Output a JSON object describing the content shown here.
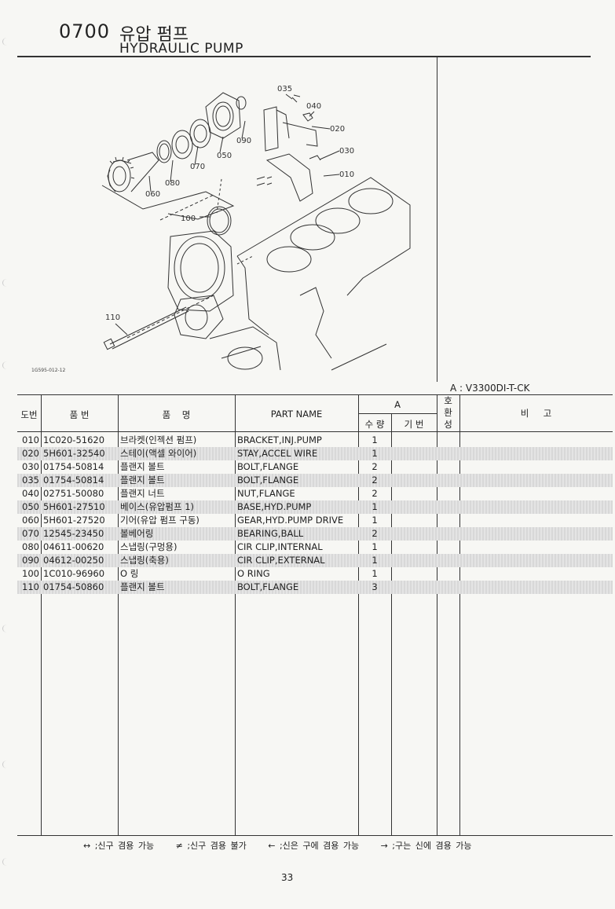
{
  "header": {
    "code": "0700",
    "title_kr": "유압 펌프",
    "title_en": "HYDRAULIC PUMP"
  },
  "diagram": {
    "drawing_id": "1G595-012-12",
    "callouts": [
      "035",
      "040",
      "020",
      "090",
      "030",
      "050",
      "070",
      "010",
      "080",
      "060",
      "100",
      "110"
    ]
  },
  "model_note": "A : V3300DI-T-CK",
  "table": {
    "headers": {
      "no": "도번",
      "part_no": "품 번",
      "name_kr": "품    명",
      "part_name": "PART NAME",
      "group_a": "A",
      "qty": "수 량",
      "serial": "기 번",
      "interchange": "호\n환\n성",
      "remarks": "비     고"
    },
    "rows": [
      {
        "no": "010",
        "part_no": "1C020-51620",
        "name_kr": "브라켓(인젝션 펌프)",
        "part_name": "BRACKET,INJ.PUMP",
        "qty": "1"
      },
      {
        "no": "020",
        "part_no": "5H601-32540",
        "name_kr": "스테이(액셀 와이어)",
        "part_name": "STAY,ACCEL WIRE",
        "qty": "1"
      },
      {
        "no": "030",
        "part_no": "01754-50814",
        "name_kr": "플랜지 볼트",
        "part_name": "BOLT,FLANGE",
        "qty": "2"
      },
      {
        "no": "035",
        "part_no": "01754-50814",
        "name_kr": "플랜지 볼트",
        "part_name": "BOLT,FLANGE",
        "qty": "2"
      },
      {
        "no": "040",
        "part_no": "02751-50080",
        "name_kr": "플랜지 너트",
        "part_name": "NUT,FLANGE",
        "qty": "2"
      },
      {
        "no": "050",
        "part_no": "5H601-27510",
        "name_kr": "베이스(유압펌프 1)",
        "part_name": "BASE,HYD.PUMP",
        "qty": "1"
      },
      {
        "no": "060",
        "part_no": "5H601-27520",
        "name_kr": "기어(유압 펌프 구동)",
        "part_name": "GEAR,HYD.PUMP DRIVE",
        "qty": "1"
      },
      {
        "no": "070",
        "part_no": "12545-23450",
        "name_kr": "볼베어링",
        "part_name": "BEARING,BALL",
        "qty": "2"
      },
      {
        "no": "080",
        "part_no": "04611-00620",
        "name_kr": "스냅링(구멍용)",
        "part_name": "CIR CLIP,INTERNAL",
        "qty": "1"
      },
      {
        "no": "090",
        "part_no": "04612-00250",
        "name_kr": "스냅링(축용)",
        "part_name": "CIR CLIP,EXTERNAL",
        "qty": "1"
      },
      {
        "no": "100",
        "part_no": "1C010-96960",
        "name_kr": "O 링",
        "part_name": "O RING",
        "qty": "1"
      },
      {
        "no": "110",
        "part_no": "01754-50860",
        "name_kr": "플랜지 볼트",
        "part_name": "BOLT,FLANGE",
        "qty": "3"
      }
    ]
  },
  "legend": "↔ ;신구 겸용 가능     ≠ ;신구 겸용 불가     ← ;신은 구에 겸용 가능     → ;구는 신에 겸용 가능",
  "page_number": "33"
}
